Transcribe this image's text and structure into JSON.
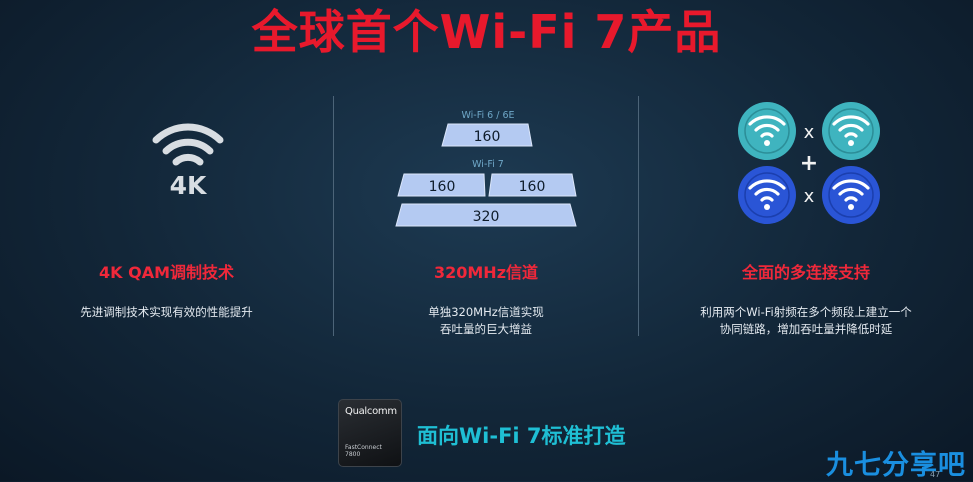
{
  "title": "全球首个Wi-Fi 7产品",
  "features": [
    {
      "icon_label": "4K",
      "heading": "4K QAM调制技术",
      "description": [
        "先进调制技术实现有效的性能提升"
      ]
    },
    {
      "wifi6_label": "Wi-Fi 6 / 6E",
      "wifi6_value": "160",
      "wifi7_label": "Wi-Fi 7",
      "wifi7_values": [
        "160",
        "160",
        "320"
      ],
      "heading": "320MHz信道",
      "description": [
        "单独320MHz信道实现",
        "吞吐量的巨大增益"
      ]
    },
    {
      "operators": [
        "x",
        "+",
        "x"
      ],
      "heading": "全面的多连接支持",
      "description": [
        "利用两个Wi-Fi射频在多个频段上建立一个",
        "协同链路，增加吞吐量并降低时延"
      ]
    }
  ],
  "chip": {
    "brand": "Qualcomm",
    "model_line1": "FastConnect",
    "model_line2": "7800"
  },
  "bottom_text": "面向Wi-Fi 7标准打造",
  "watermark": "九七分享吧",
  "page_number": "47",
  "colors": {
    "title": "#e8192c",
    "heading": "#f0283a",
    "accent_cyan": "#1fbfd4",
    "teal_circle": "#3fb4bf",
    "blue_circle": "#2a55d6"
  }
}
